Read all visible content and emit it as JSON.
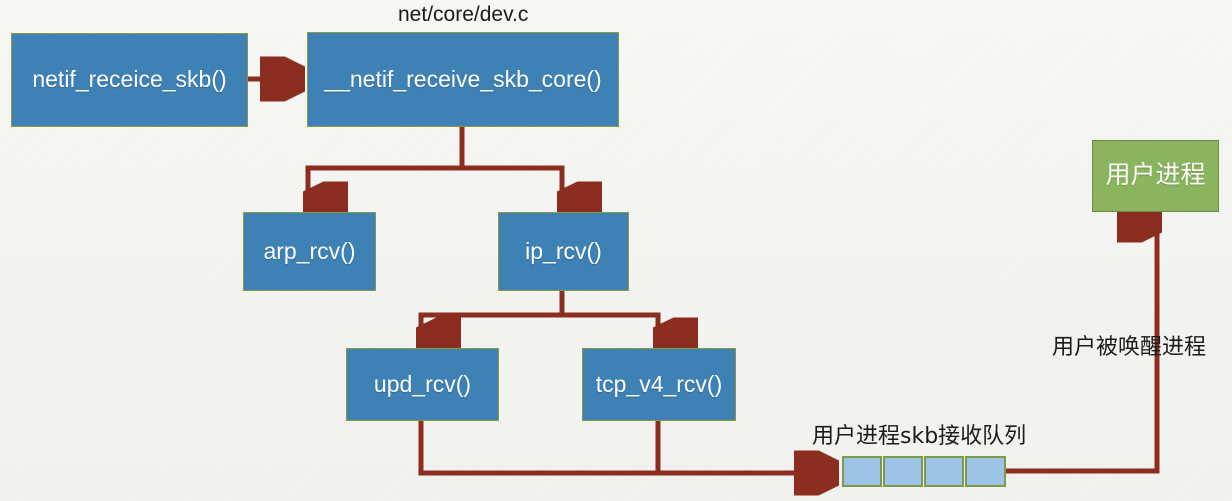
{
  "diagram": {
    "title_label": "net/core/dev.c",
    "nodes": [
      {
        "id": "netif_receive_skb",
        "label": "netif_receice_skb()",
        "kind": "proc"
      },
      {
        "id": "netif_receive_skb_core",
        "label": "__netif_receive_skb_core()",
        "kind": "proc"
      },
      {
        "id": "arp_rcv",
        "label": "arp_rcv()",
        "kind": "proc"
      },
      {
        "id": "ip_rcv",
        "label": "ip_rcv()",
        "kind": "proc"
      },
      {
        "id": "udp_rcv",
        "label": "upd_rcv()",
        "kind": "proc"
      },
      {
        "id": "tcp_v4_rcv",
        "label": "tcp_v4_rcv()",
        "kind": "proc"
      },
      {
        "id": "user_process",
        "label": "用户进程",
        "kind": "user"
      }
    ],
    "annotations": {
      "wakeup_label": "用户被唤醒进程",
      "queue_label": "用户进程skb接收队列"
    },
    "queue": {
      "cell_count": 4,
      "cells": [
        "",
        "",
        "",
        ""
      ]
    },
    "colors": {
      "process_fill": "#3e81b5",
      "process_border": "#8a9a3c",
      "user_fill": "#8ab55e",
      "user_border": "#6f8a4a",
      "queue_cell_fill": "#9dc3e6",
      "queue_cell_border": "#7d9a46",
      "connector": "#8b2e1f",
      "background": "#f4f4f2",
      "node_text": "#ffffff",
      "label_text": "#1b1b1b"
    }
  }
}
